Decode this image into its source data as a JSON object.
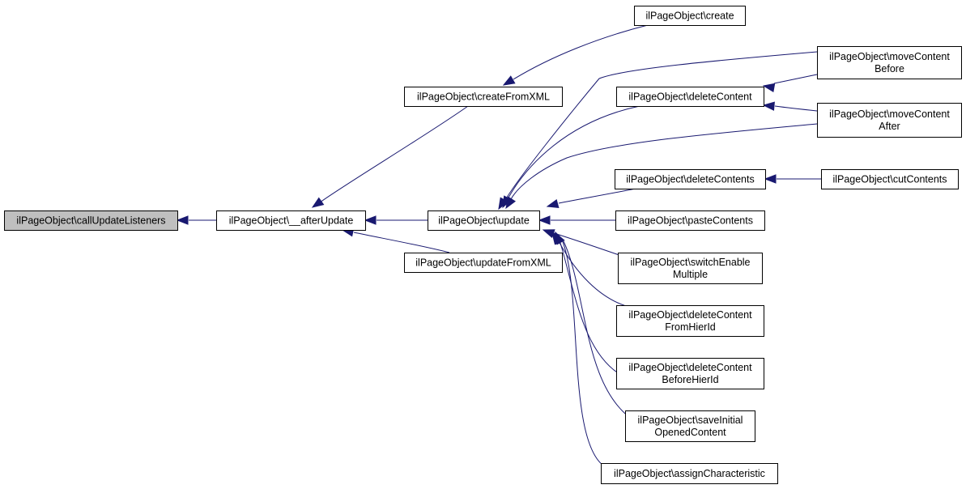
{
  "diagram": {
    "nodes": {
      "callUpdateListeners": {
        "lines": [
          "ilPageObject\\callUpdateListeners"
        ]
      },
      "afterUpdate": {
        "lines": [
          "ilPageObject\\__afterUpdate"
        ]
      },
      "createFromXML": {
        "lines": [
          "ilPageObject\\createFromXML"
        ]
      },
      "updateFromXML": {
        "lines": [
          "ilPageObject\\updateFromXML"
        ]
      },
      "update": {
        "lines": [
          "ilPageObject\\update"
        ]
      },
      "create": {
        "lines": [
          "ilPageObject\\create"
        ]
      },
      "deleteContent": {
        "lines": [
          "ilPageObject\\deleteContent"
        ]
      },
      "deleteContents": {
        "lines": [
          "ilPageObject\\deleteContents"
        ]
      },
      "pasteContents": {
        "lines": [
          "ilPageObject\\pasteContents"
        ]
      },
      "switchEnableMultiple": {
        "lines": [
          "ilPageObject\\switchEnable",
          "Multiple"
        ]
      },
      "deleteContentFromHierId": {
        "lines": [
          "ilPageObject\\deleteContent",
          "FromHierId"
        ]
      },
      "deleteContentBeforeHierId": {
        "lines": [
          "ilPageObject\\deleteContent",
          "BeforeHierId"
        ]
      },
      "saveInitialOpenedContent": {
        "lines": [
          "ilPageObject\\saveInitial",
          "OpenedContent"
        ]
      },
      "assignCharacteristic": {
        "lines": [
          "ilPageObject\\assignCharacteristic"
        ]
      },
      "moveContentBefore": {
        "lines": [
          "ilPageObject\\moveContent",
          "Before"
        ]
      },
      "moveContentAfter": {
        "lines": [
          "ilPageObject\\moveContent",
          "After"
        ]
      },
      "cutContents": {
        "lines": [
          "ilPageObject\\cutContents"
        ]
      }
    },
    "edges": [
      {
        "from": "afterUpdate",
        "to": "callUpdateListeners"
      },
      {
        "from": "createFromXML",
        "to": "afterUpdate"
      },
      {
        "from": "update",
        "to": "afterUpdate"
      },
      {
        "from": "updateFromXML",
        "to": "afterUpdate"
      },
      {
        "from": "create",
        "to": "createFromXML"
      },
      {
        "from": "moveContentBefore",
        "to": "deleteContent"
      },
      {
        "from": "moveContentAfter",
        "to": "deleteContent"
      },
      {
        "from": "cutContents",
        "to": "deleteContents"
      },
      {
        "from": "moveContentBefore",
        "to": "update"
      },
      {
        "from": "deleteContent",
        "to": "update"
      },
      {
        "from": "moveContentAfter",
        "to": "update"
      },
      {
        "from": "deleteContents",
        "to": "update"
      },
      {
        "from": "pasteContents",
        "to": "update"
      },
      {
        "from": "switchEnableMultiple",
        "to": "update"
      },
      {
        "from": "deleteContentFromHierId",
        "to": "update"
      },
      {
        "from": "deleteContentBeforeHierId",
        "to": "update"
      },
      {
        "from": "saveInitialOpenedContent",
        "to": "update"
      },
      {
        "from": "assignCharacteristic",
        "to": "update"
      }
    ],
    "highlight_node": "callUpdateListeners",
    "edge_color": "#191970"
  }
}
